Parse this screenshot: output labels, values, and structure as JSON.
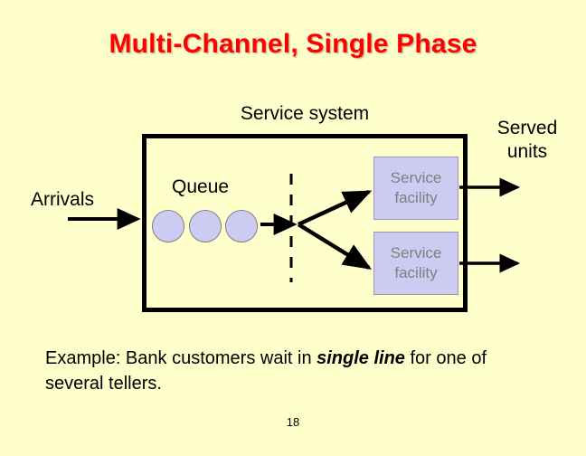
{
  "slide": {
    "title": "Multi-Channel, Single Phase",
    "title_color": "#ff0000",
    "background_color": "#ffffcc",
    "page_number": "18"
  },
  "diagram": {
    "system_label": "Service system",
    "served_units_label": "Served units",
    "arrivals_label": "Arrivals",
    "queue_label": "Queue",
    "queue_units_count": 3,
    "facility_fill": "#ccccf2",
    "facility_text_color": "#7f7f7f",
    "facilities": [
      {
        "line1": "Service",
        "line2": "facility"
      },
      {
        "line1": "Service",
        "line2": "facility"
      }
    ]
  },
  "example": {
    "prefix": "Example:  Bank customers wait in ",
    "emphasis": "single line",
    "suffix": " for one of several tellers."
  }
}
